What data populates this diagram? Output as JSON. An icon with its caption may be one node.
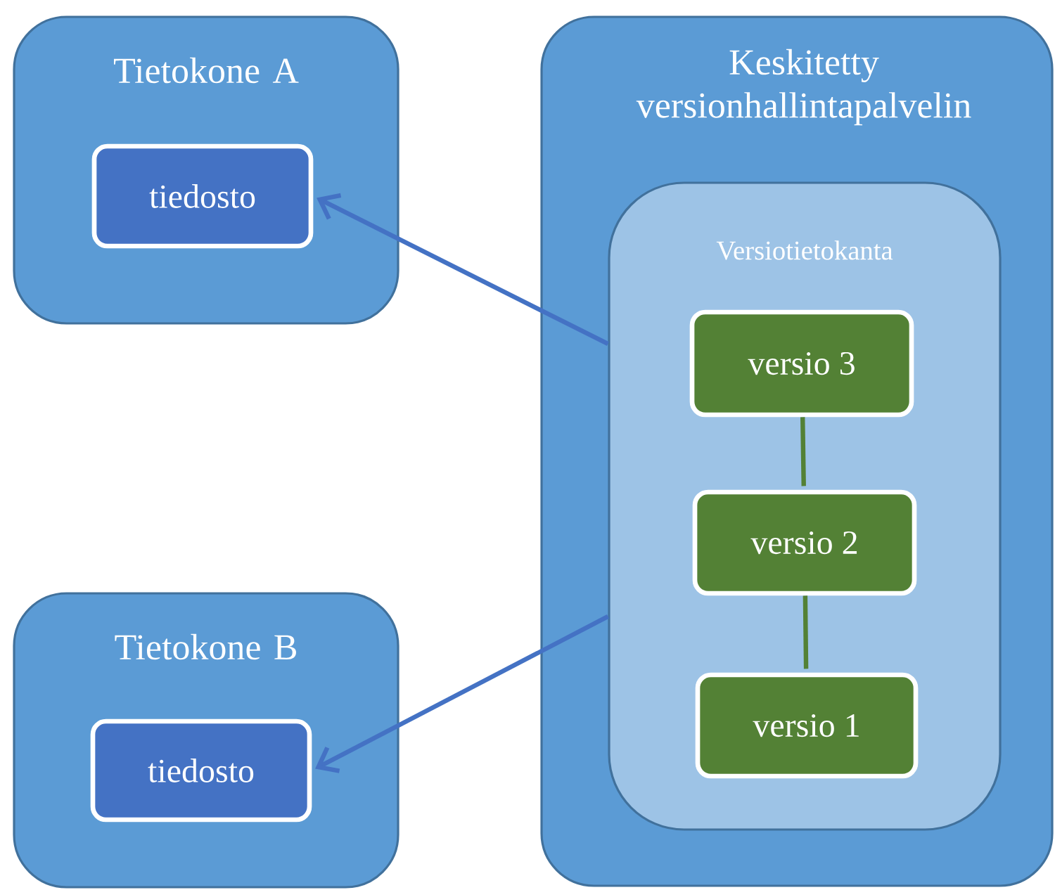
{
  "diagram": {
    "nodes": [
      {
        "text": [
          "Tietokone A"
        ]
      },
      {
        "text": [
          "tiedosto"
        ],
        "in": 0
      },
      {
        "text": [
          "Tietokone B"
        ]
      },
      {
        "text": [
          "tiedosto"
        ],
        "in": 2
      },
      {
        "text": [
          "Keskitetty versionhallintapalvelin"
        ]
      },
      {
        "text": [
          "Versiotietokanta"
        ],
        "in": 4
      },
      {
        "text": [
          "versio 3"
        ],
        "in": 5
      },
      {
        "text": [
          "versio 2"
        ],
        "in": 5
      },
      {
        "text": [
          "versio 1"
        ],
        "in": 5
      }
    ],
    "edges": [
      {
        "from": 5,
        "to": 1,
        "arrow": "to"
      },
      {
        "from": 5,
        "to": 3,
        "arrow": "to"
      },
      {
        "from": 6,
        "to": 7,
        "arrow": "none",
        "color": "#538135"
      },
      {
        "from": 7,
        "to": 8,
        "arrow": "none",
        "color": "#538135"
      }
    ]
  }
}
